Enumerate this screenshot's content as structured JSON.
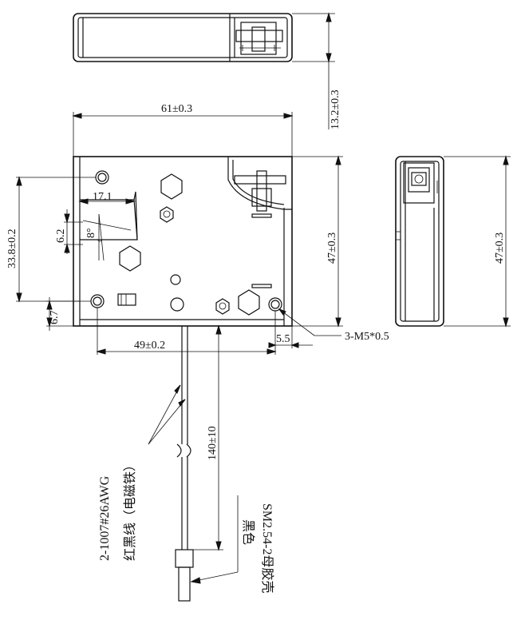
{
  "dimensions": {
    "width_61": "61±0.3",
    "height_13_2": "13.2±0.3",
    "height_47_front": "47±0.3",
    "height_47_side": "47±0.3",
    "height_33_8": "33.8±0.2",
    "width_17_1": "17.1",
    "height_6_2": "6.2",
    "angle_8": "8°",
    "height_6_7": "6.7",
    "width_49": "49±0.2",
    "width_5_5": "5.5",
    "holes_3_m5": "3-M5*0.5",
    "cable_140": "140±10"
  },
  "notes": {
    "wire_spec": "2-1007#26AWG",
    "wire_desc": "红黑线（电磁铁）",
    "connector_color": "黑色",
    "connector_spec": "SM2.54-2母胶壳"
  }
}
